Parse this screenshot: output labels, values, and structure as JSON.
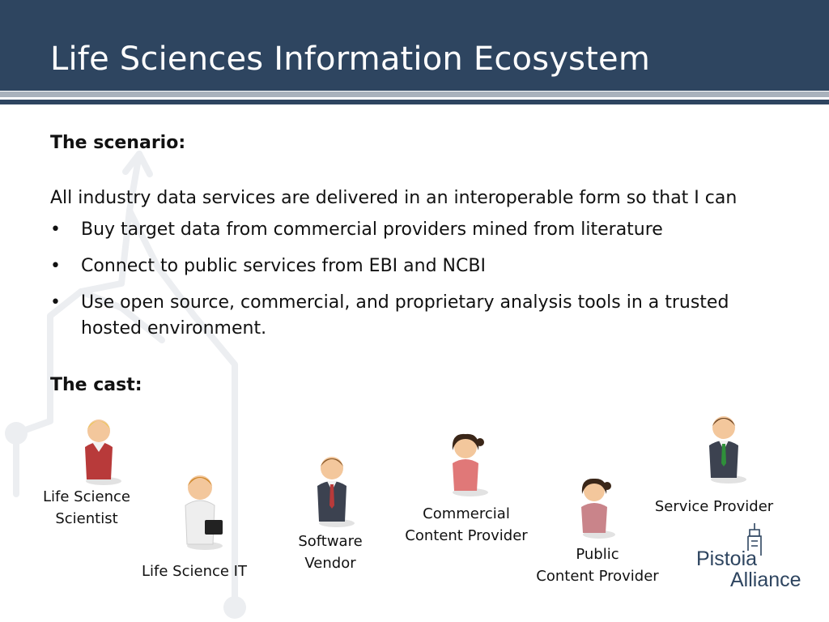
{
  "header": {
    "title": "Life Sciences Information Ecosystem"
  },
  "content": {
    "scenario_heading": "The scenario:",
    "intro": "All industry data services are delivered in an interoperable form  so that I can",
    "bullets": [
      "Buy target data from commercial providers mined from literature",
      "Connect to public services from EBI and NCBI",
      "Use open source, commercial, and proprietary analysis tools in a trusted hosted environment."
    ],
    "bullet_glyph": "•",
    "cast_heading": "The cast:"
  },
  "cast": [
    {
      "label": "Life Science\nScientist",
      "icon": "scientist-figure-icon"
    },
    {
      "label": "Life Science IT",
      "icon": "it-figure-icon"
    },
    {
      "label": "Software\nVendor",
      "icon": "vendor-figure-icon"
    },
    {
      "label": "Commercial\nContent Provider",
      "icon": "commercial-provider-figure-icon"
    },
    {
      "label": "Public\nContent Provider",
      "icon": "public-provider-figure-icon"
    },
    {
      "label": "Service Provider",
      "icon": "service-provider-figure-icon"
    }
  ],
  "logo": {
    "line1": "Pistoia",
    "line2": "Alliance"
  },
  "colors": {
    "header": "#2e4560",
    "rule": "#a9b2bc",
    "accent_red": "#b83a3a",
    "accent_green": "#2f8f3a",
    "accent_pink": "#e07878"
  }
}
